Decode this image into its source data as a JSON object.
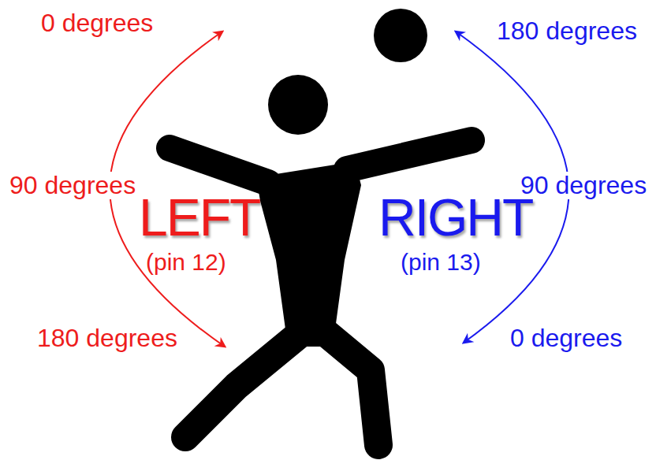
{
  "diagram": {
    "labels": [
      "0 degrees",
      "180 degrees",
      "90 degrees",
      "LEFT",
      "(pin 12)",
      "RIGHT",
      "90 degrees",
      "(pin 13)",
      "180 degrees",
      "0 degrees"
    ]
  }
}
